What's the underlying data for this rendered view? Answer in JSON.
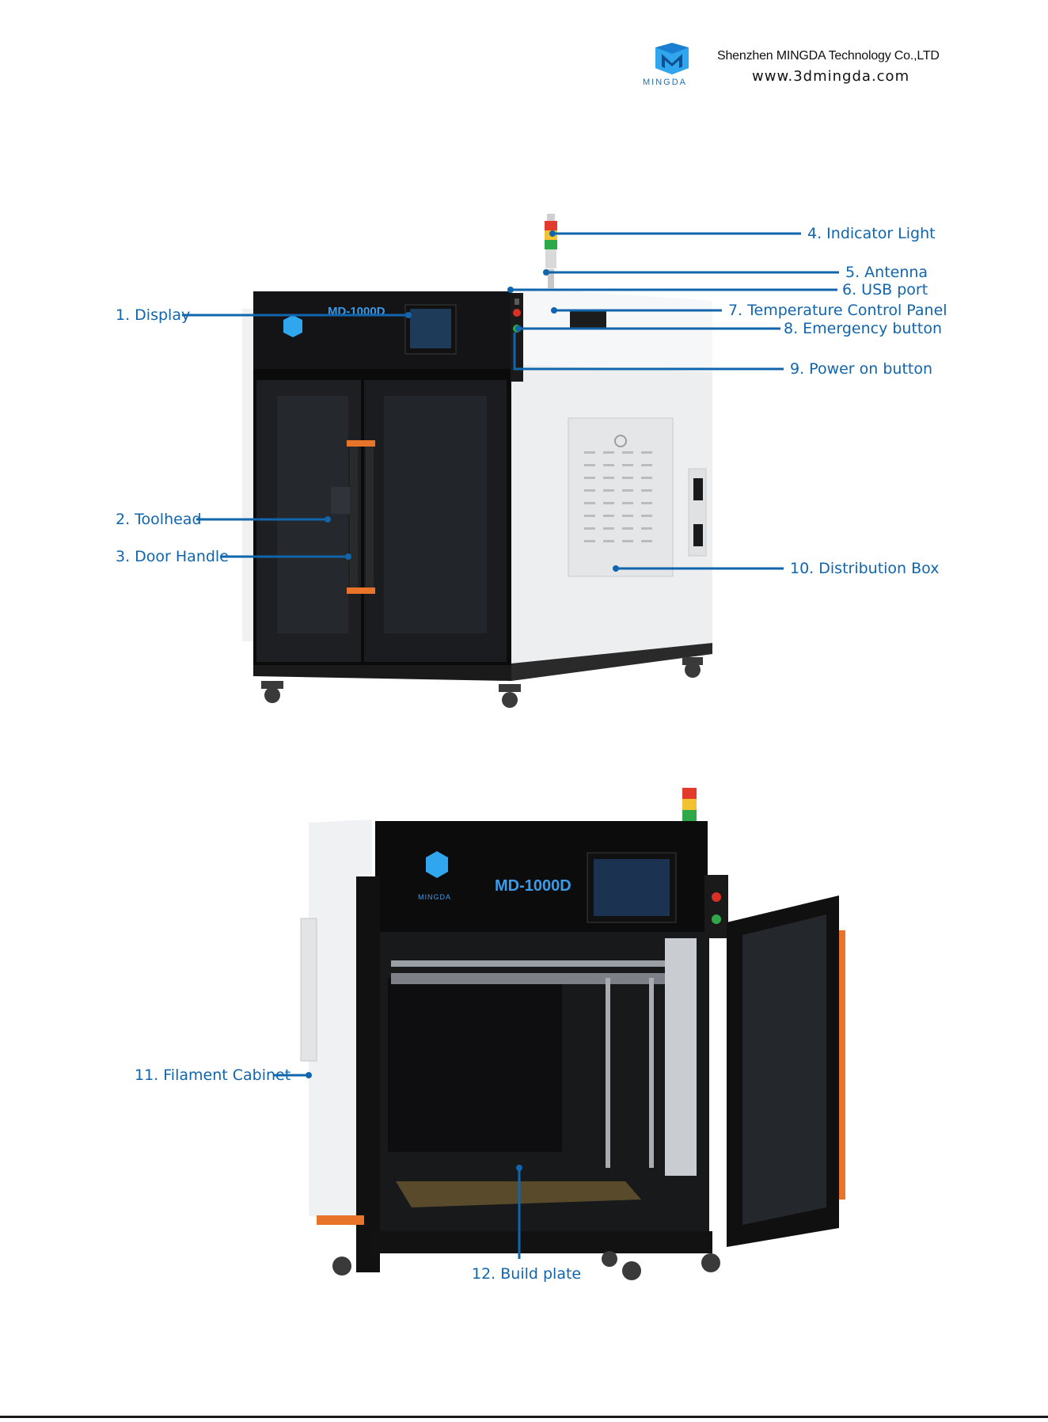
{
  "header": {
    "company": "Shenzhen MINGDA Technology Co.,LTD",
    "website": "www.3dmingda.com",
    "logo_text": "MINGDA"
  },
  "printer": {
    "model": "MD-1000D",
    "brand": "MINGDA"
  },
  "callouts": {
    "display": "1. Display",
    "toolhead": "2. Toolhead",
    "door_handle": "3. Door Handle",
    "indicator_light": "4. Indicator Light",
    "antenna": "5. Antenna",
    "usb_port": "6. USB port",
    "temp_panel": "7. Temperature Control Panel",
    "emergency": "8. Emergency button",
    "power": "9. Power on button",
    "distribution_box": "10. Distribution Box",
    "filament_cabinet": "11. Filament Cabinet",
    "build_plate": "12. Build plate"
  },
  "colors": {
    "callout_blue": "#1165ad",
    "accent_orange": "#e8742a",
    "light_red": "#e23b2e",
    "light_yellow": "#f2c230",
    "light_green": "#2fa84a"
  }
}
